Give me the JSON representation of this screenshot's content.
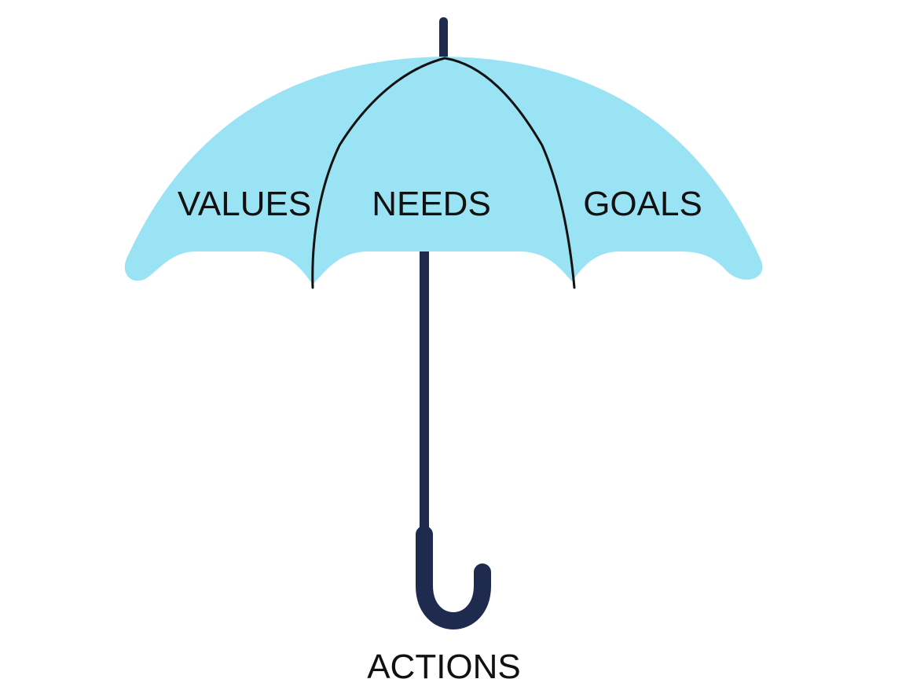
{
  "colors": {
    "canopy": "#9ae3f4",
    "shaft": "#1f2a4f",
    "rib": "#111111",
    "text": "#111111",
    "background": "#ffffff"
  },
  "labels": {
    "canopy_left": "VALUES",
    "canopy_center": "NEEDS",
    "canopy_right": "GOALS",
    "bottom": "ACTIONS"
  }
}
